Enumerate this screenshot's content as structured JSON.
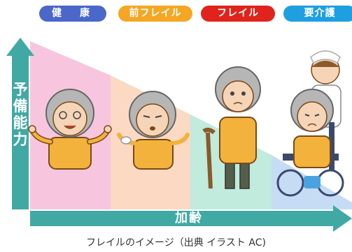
{
  "stages": [
    {
      "label": "健　康",
      "color": "#4a67c9"
    },
    {
      "label": "前フレイル",
      "color": "#f5a623"
    },
    {
      "label": "フレイル",
      "color": "#e0231c"
    },
    {
      "label": "要介護",
      "color": "#1e9fe0"
    }
  ],
  "vertical_axis_label": [
    "予",
    "備",
    "能",
    "力"
  ],
  "horizontal_axis_label": "加齢",
  "caption": "フレイルのイメージ（出典 イラスト AC)",
  "colors": {
    "axis": "#41a9a4",
    "zone_healthy": "#f7c6de",
    "zone_prefrail": "#fbd9c3",
    "zone_frail": "#c0ebdd",
    "zone_care": "#c6dcf5",
    "shirt": "#f3b23b",
    "hair": "#b6b6b6"
  }
}
